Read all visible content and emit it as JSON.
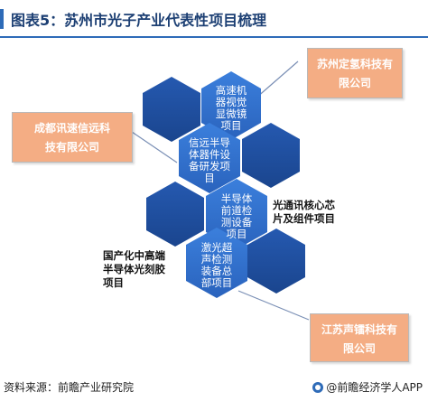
{
  "title": "图表5：苏州市光子产业代表性项目梳理",
  "colors": {
    "hex_dark": "#1f4e9e",
    "hex_light": "#2f6fcf",
    "company_fill": "#f4ad84",
    "title_color": "#1c3f73",
    "connector": "#7a8fb5"
  },
  "hexagons": [
    {
      "role": "project",
      "lines": [
        "高速机",
        "器视觉",
        "显微镜",
        "项目"
      ]
    },
    {
      "role": "project",
      "lines": [
        "信远半导",
        "体器件设",
        "备研发项",
        "目"
      ]
    },
    {
      "role": "project",
      "lines": [
        "半导体",
        "前道检",
        "测设备",
        "项目"
      ]
    },
    {
      "role": "project",
      "lines": [
        "激光超",
        "声检测",
        "装备总",
        "部项目"
      ]
    }
  ],
  "companies": {
    "top_right": [
      "苏州定氢科技有",
      "限公司"
    ],
    "left": [
      "成都讯速信远科",
      "技有限公司"
    ],
    "bottom_right": [
      "江苏声镭科技有",
      "限公司"
    ]
  },
  "side_labels": {
    "right": [
      "光通讯核心芯",
      "片及组件项目"
    ],
    "left": [
      "国产化中高端",
      "半导体光刻胶",
      "项目"
    ]
  },
  "footer": {
    "source": "资料来源：前瞻产业研究院",
    "brand": "@前瞻经济学人APP"
  }
}
